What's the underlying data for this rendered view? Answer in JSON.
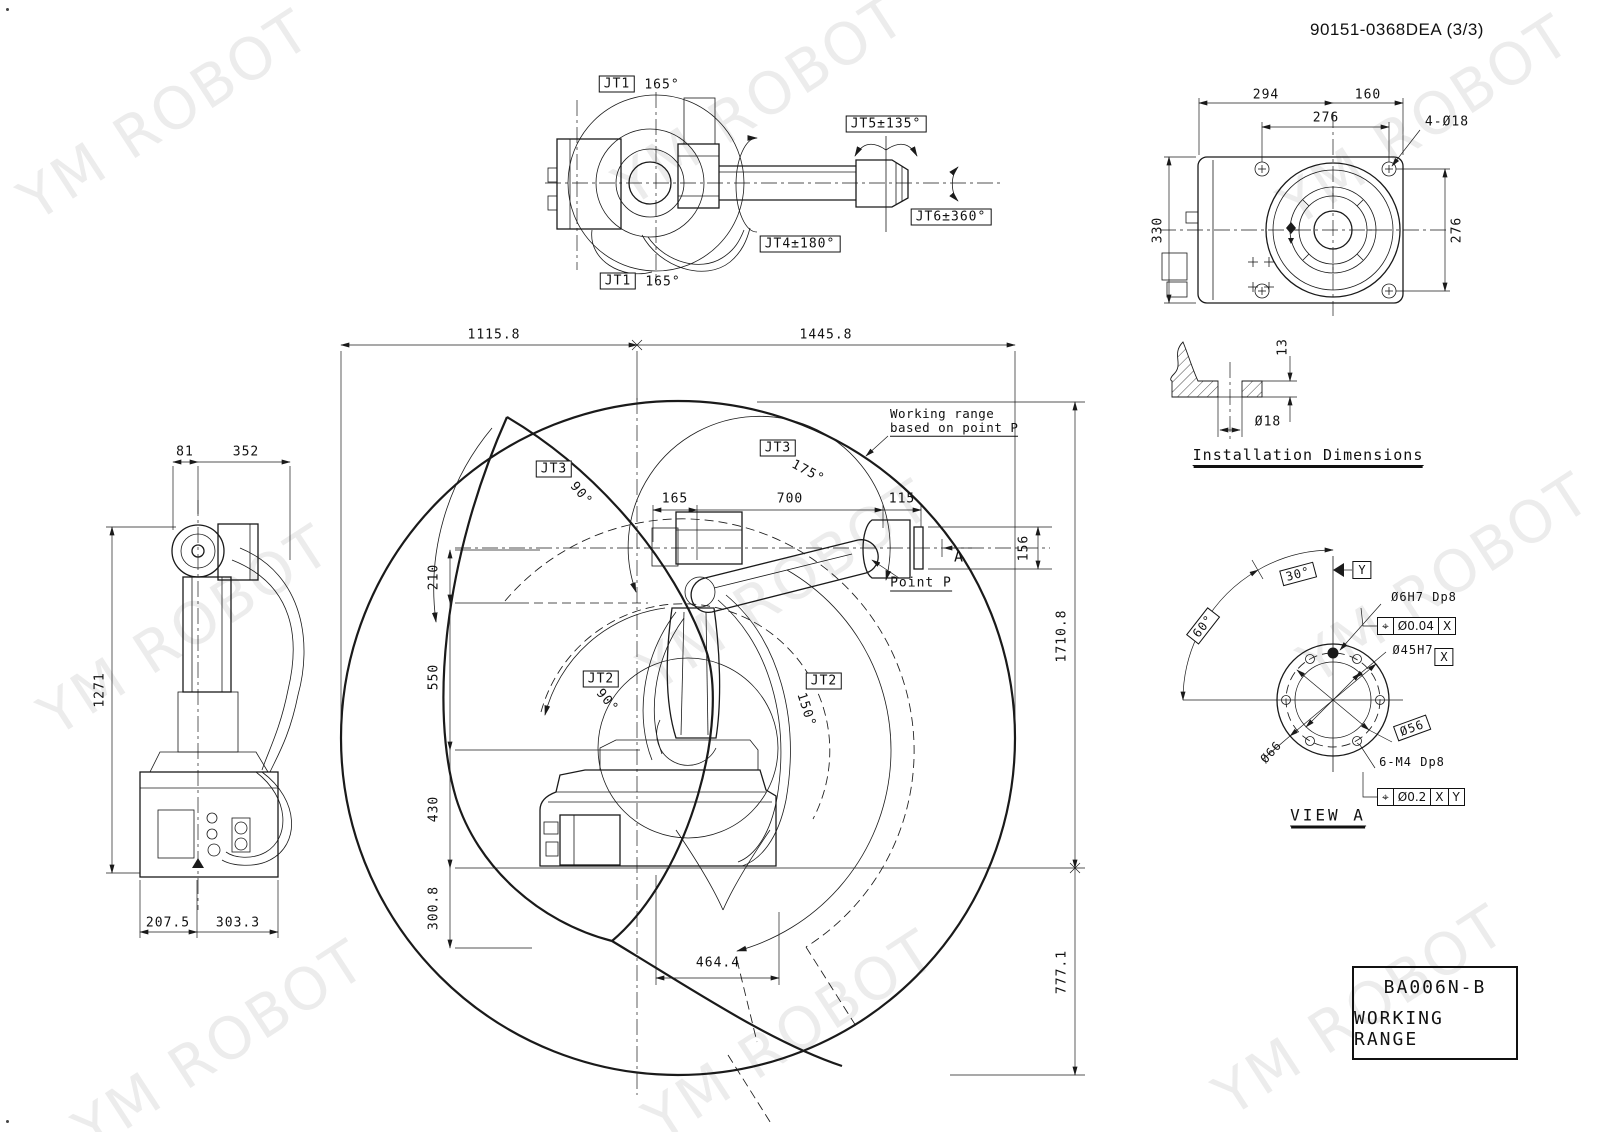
{
  "sheet": {
    "doc_number": "90151-0368DEA (3/3)",
    "watermark_text": "YM ROBOT"
  },
  "title_block": {
    "model": "BA006N-B",
    "title": "WORKING RANGE"
  },
  "top_view": {
    "jt1_top": "JT1",
    "jt1_top_angle": "165°",
    "jt1_bottom": "JT1",
    "jt1_bottom_angle": "165°",
    "jt5": "JT5±135°",
    "jt6": "JT6±360°",
    "jt4": "JT4±180°"
  },
  "installation_view": {
    "dim_width_left": "294",
    "dim_width_right": "160",
    "dim_bolt_span": "276",
    "bolt_holes": "4-Ø18",
    "dim_height": "330",
    "dim_bolt_vertical": "276",
    "section_depth": "13",
    "section_hole": "Ø18",
    "caption": "Installation Dimensions"
  },
  "view_a": {
    "angle_30": "30°",
    "angle_60": "60°",
    "datum_y": "Y",
    "datum_x": "X",
    "hole_callout": "Ø6H7 Dp8",
    "fcf_hole": {
      "symbol": "⌖",
      "tolerance": "Ø0.04",
      "datum": "X"
    },
    "bore_callout": "Ø45H7",
    "dia_56": "Ø56",
    "dia_66": "Ø66",
    "thread_callout": "6-M4 Dp8",
    "fcf_thread": {
      "symbol": "⌖",
      "tolerance": "Ø0.2",
      "datum_1": "X",
      "datum_2": "Y"
    },
    "caption": "VIEW A"
  },
  "side_view": {
    "dim_81": "81",
    "dim_352": "352",
    "dim_1271": "1271",
    "dim_207_5": "207.5",
    "dim_303_3": "303.3"
  },
  "working_range": {
    "dim_left": "1115.8",
    "dim_right": "1445.8",
    "dim_165": "165",
    "dim_700": "700",
    "dim_115": "115",
    "dim_156": "156",
    "dim_210": "210",
    "dim_550": "550",
    "dim_430": "430",
    "dim_300_8": "300.8",
    "dim_464_4": "464.4",
    "dim_1710_8": "1710.8",
    "dim_777_1": "777.1",
    "jt3_left": "JT3",
    "jt3_left_angle": "90°",
    "jt3_right": "JT3",
    "jt3_right_angle": "175°",
    "jt2_left": "JT2",
    "jt2_left_angle": "90°",
    "jt2_right": "JT2",
    "jt2_right_angle": "150°",
    "note_line1": "Working range",
    "note_line2": "based on point P",
    "point_label": "Point P",
    "section_arrow": "A"
  }
}
